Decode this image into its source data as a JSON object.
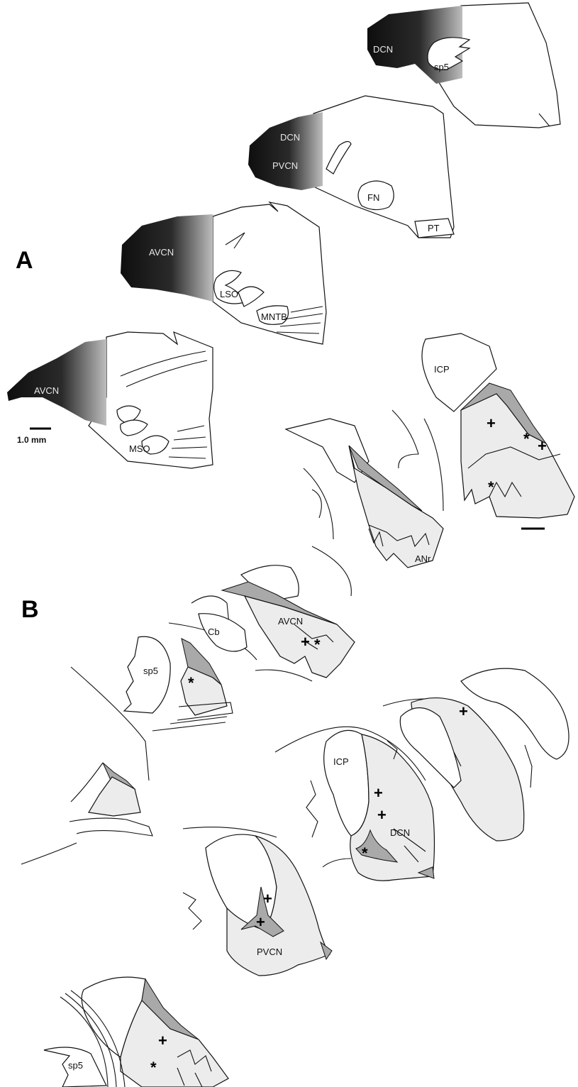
{
  "panels": {
    "a": "A",
    "b": "B"
  },
  "scale_bar": "1.0 mm",
  "section_labels": {
    "a1_dcn": "DCN",
    "a1_sp5": "sp5",
    "a2_dcn": "DCN",
    "a2_pvcn": "PVCN",
    "a2_fn": "FN",
    "a2_pt": "PT",
    "a3_avcn": "AVCN",
    "a3_lso": "LSO",
    "a3_mntb": "MNTB",
    "a4_avcn": "AVCN",
    "a4_mso": "MSO",
    "b1_icp": "ICP",
    "b2_anr": "ANr",
    "b3_avcn": "AVCN",
    "b4_cb": "Cb",
    "b4_sp5": "sp5",
    "b6_icp": "ICP",
    "b6_dcn": "DCN",
    "b7_pvcn": "PVCN",
    "b8_sp5": "sp5"
  },
  "markers": {
    "plus": "+",
    "star": "*"
  },
  "colors": {
    "nucleus_fill": "#ececec",
    "granule_fill": "#a9a9a9",
    "stain_dark": "#1a1a1a",
    "outline": "#111111"
  }
}
